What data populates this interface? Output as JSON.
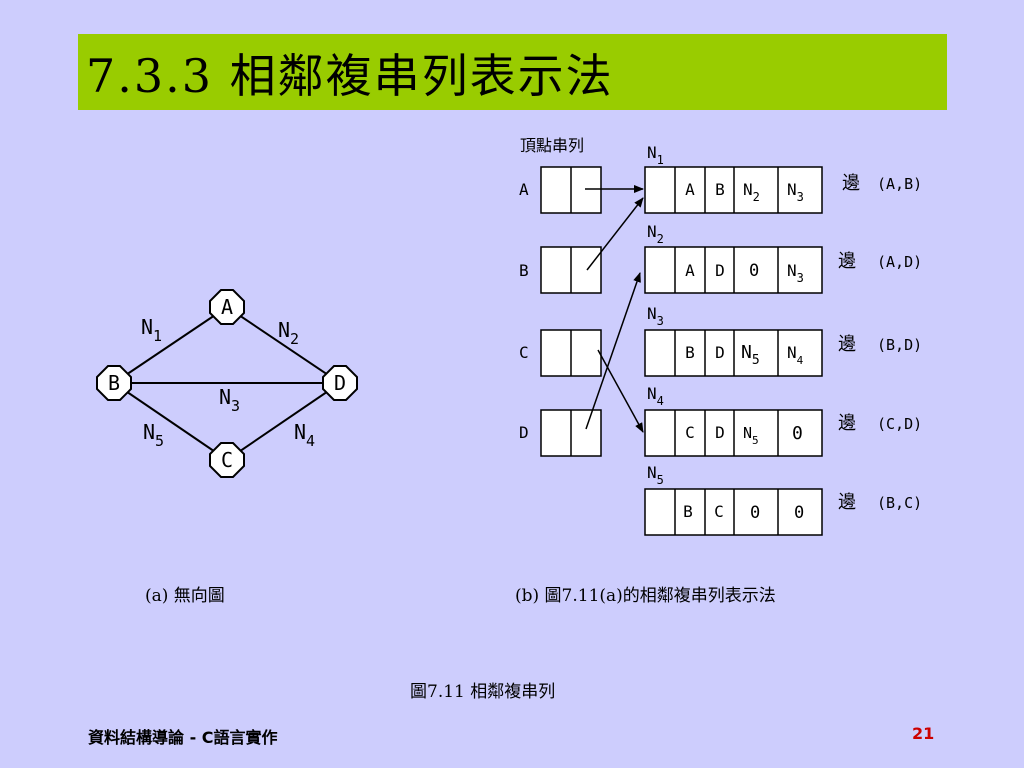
{
  "slide": {
    "title": "7.3.3 相鄰複串列表示法",
    "caption_a": "(a) 無向圖",
    "caption_b": "(b) 圖7.11(a)的相鄰複串列表示法",
    "figure_caption": "圖7.11  相鄰複串列",
    "footer_left": "資料結構導論 - C語言實作",
    "page_number": "21",
    "colors": {
      "background": "#cdcdfd",
      "title_bar": "#99cc00",
      "page_number": "#cc0000"
    }
  },
  "graph": {
    "nodes": [
      "A",
      "B",
      "C",
      "D"
    ],
    "edge_labels": [
      {
        "base": "N",
        "sub": "1"
      },
      {
        "base": "N",
        "sub": "2"
      },
      {
        "base": "N",
        "sub": "3"
      },
      {
        "base": "N",
        "sub": "4"
      },
      {
        "base": "N",
        "sub": "5"
      }
    ]
  },
  "list": {
    "header": "頂點串列",
    "vertices": [
      "A",
      "B",
      "C",
      "D"
    ],
    "edge_word": "邊",
    "nodes": [
      {
        "label_base": "N",
        "label_sub": "1",
        "v1": "A",
        "v2": "B",
        "p1": {
          "base": "N",
          "sub": "2"
        },
        "p2": {
          "base": "N",
          "sub": "3"
        },
        "edge": "(A,B)"
      },
      {
        "label_base": "N",
        "label_sub": "2",
        "v1": "A",
        "v2": "D",
        "p1": {
          "base": "0",
          "sub": ""
        },
        "p2": {
          "base": "N",
          "sub": "3"
        },
        "edge": "(A,D)"
      },
      {
        "label_base": "N",
        "label_sub": "3",
        "v1": "B",
        "v2": "D",
        "p1": {
          "base": "N",
          "sub": "5"
        },
        "p2": {
          "base": "N",
          "sub": "4"
        },
        "edge": "(B,D)"
      },
      {
        "label_base": "N",
        "label_sub": "4",
        "v1": "C",
        "v2": "D",
        "p1": {
          "base": "N",
          "sub": "5"
        },
        "p2": {
          "base": "0",
          "sub": ""
        },
        "edge": "(C,D)"
      },
      {
        "label_base": "N",
        "label_sub": "5",
        "v1": "B",
        "v2": "C",
        "p1": {
          "base": "0",
          "sub": ""
        },
        "p2": {
          "base": "0",
          "sub": ""
        },
        "edge": "(B,C)"
      }
    ]
  }
}
